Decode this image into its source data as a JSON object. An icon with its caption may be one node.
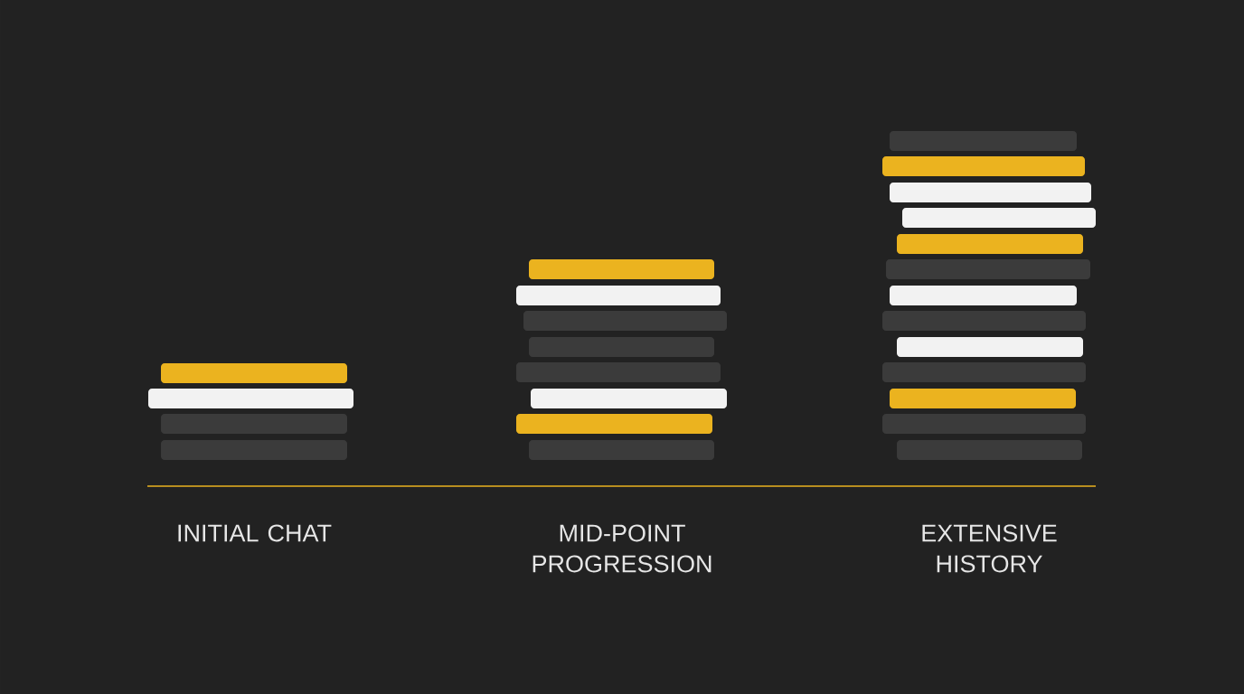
{
  "diagram": {
    "labels": [
      "INITIAL CHAT",
      "MID-POINT PROGRESSION",
      "EXTENSIVE HISTORY"
    ]
  }
}
